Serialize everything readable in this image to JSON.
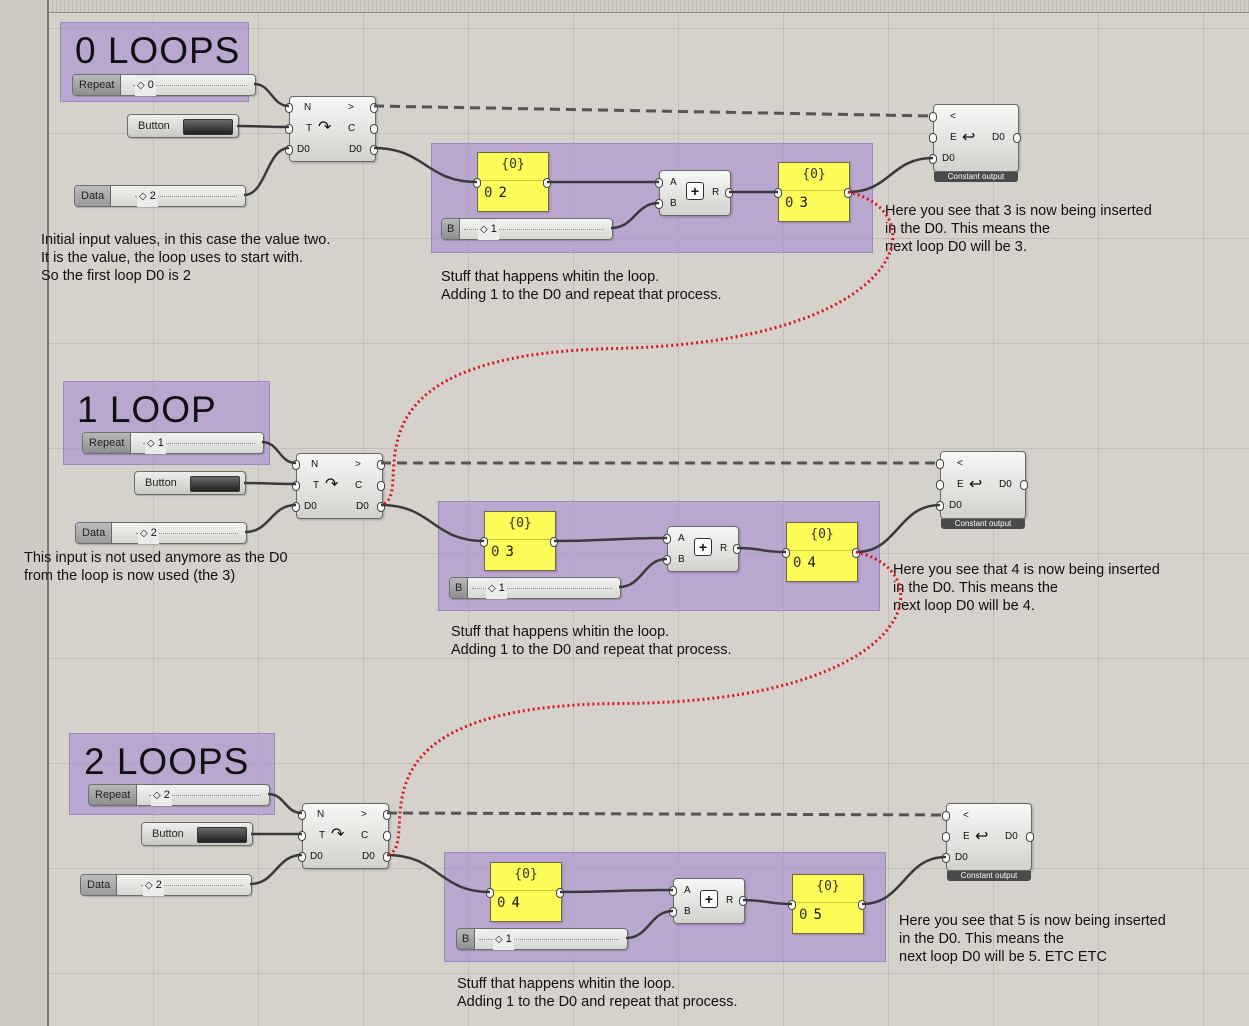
{
  "loops": [
    {
      "title": "0 LOOPS",
      "repeat_label": "Repeat",
      "repeat_value": "0",
      "button_label": "Button",
      "data_label": "Data",
      "data_value": "2",
      "loop_in": {
        "n": "N",
        "t": "T",
        "d0": "D0",
        "out_gt": ">",
        "out_c": "C",
        "out_d0": "D0"
      },
      "panel_in": {
        "header": "{0}",
        "index": "0",
        "value": "2"
      },
      "add": {
        "a": "A",
        "b": "B",
        "r": "R"
      },
      "b_label": "B",
      "b_value": "1",
      "panel_out": {
        "header": "{0}",
        "index": "0",
        "value": "3"
      },
      "loop_end": {
        "lt": "<",
        "e": "E",
        "d0": "D0",
        "out_d0": "D0",
        "caption": "Constant output"
      },
      "note_left": "Initial input values, in this case the value two.\nIt is the value, the loop uses to start with.\nSo the first loop D0 is 2",
      "note_inner": "Stuff that happens whitin the loop.\nAdding 1 to the D0 and repeat that process.",
      "note_right": "Here you see that 3 is now being inserted\nin the D0. This means the\nnext loop D0 will be 3."
    },
    {
      "title": "1 LOOP",
      "repeat_label": "Repeat",
      "repeat_value": "1",
      "button_label": "Button",
      "data_label": "Data",
      "data_value": "2",
      "loop_in": {
        "n": "N",
        "t": "T",
        "d0": "D0",
        "out_gt": ">",
        "out_c": "C",
        "out_d0": "D0"
      },
      "panel_in": {
        "header": "{0}",
        "index": "0",
        "value": "3"
      },
      "add": {
        "a": "A",
        "b": "B",
        "r": "R"
      },
      "b_label": "B",
      "b_value": "1",
      "panel_out": {
        "header": "{0}",
        "index": "0",
        "value": "4"
      },
      "loop_end": {
        "lt": "<",
        "e": "E",
        "d0": "D0",
        "out_d0": "D0",
        "caption": "Constant output"
      },
      "note_left": "This input is not used anymore as the D0\nfrom the loop is now used (the 3)",
      "note_inner": "Stuff that happens whitin the loop.\nAdding 1 to the D0 and repeat that process.",
      "note_right": "Here you see that 4 is now being inserted\nin the D0. This means the\nnext loop D0 will be 4."
    },
    {
      "title": "2 LOOPS",
      "repeat_label": "Repeat",
      "repeat_value": "2",
      "button_label": "Button",
      "data_label": "Data",
      "data_value": "2",
      "loop_in": {
        "n": "N",
        "t": "T",
        "d0": "D0",
        "out_gt": ">",
        "out_c": "C",
        "out_d0": "D0"
      },
      "panel_in": {
        "header": "{0}",
        "index": "0",
        "value": "4"
      },
      "add": {
        "a": "A",
        "b": "B",
        "r": "R"
      },
      "b_label": "B",
      "b_value": "1",
      "panel_out": {
        "header": "{0}",
        "index": "0",
        "value": "5"
      },
      "loop_end": {
        "lt": "<",
        "e": "E",
        "d0": "D0",
        "out_d0": "D0",
        "caption": "Constant output"
      },
      "note_left": "",
      "note_inner": "Stuff that happens whitin the loop.\nAdding 1 to the D0 and repeat that process.",
      "note_right": "Here you see that 5 is now being inserted\nin the D0. This means the\nnext loop D0 will be 5. ETC ETC"
    }
  ],
  "colors": {
    "group": "#aa8cd2",
    "panel": "#fcfc58",
    "feedback_wire": "#e0141e",
    "wire": "#3a3a3a"
  },
  "icons": [
    "loop-start-icon",
    "loop-end-icon",
    "addition-icon"
  ]
}
